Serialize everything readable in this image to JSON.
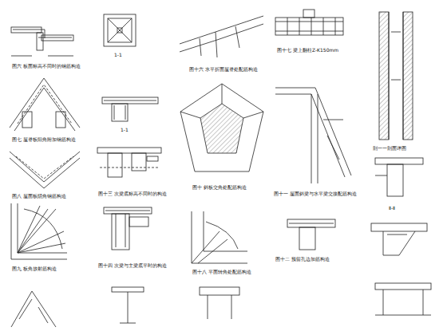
{
  "diagram": {
    "labels": [
      "图六 板面标高不同时的钢筋构造",
      "1-1",
      "图十六 水平折面屋脊处配筋构造",
      "图十七 梁上翻柱Z-K150mm",
      "剖一一剖面详图",
      "图七 屋脊板阳角附加钢筋构造",
      "1-1",
      "图十三 次梁底标高不同时的构造",
      "图十 斜板交角处配筋构造",
      "图十一 屋面斜梁与水平梁交接配筋构造",
      "图八 屋面板阴角钢筋构造",
      "图九 板角放射筋构造",
      "图十四 次梁与主梁底平时的构造",
      "图十八 平面转角处配筋构造",
      "图十二 预留孔边加筋构造",
      "Ⅱ-Ⅱ"
    ]
  }
}
